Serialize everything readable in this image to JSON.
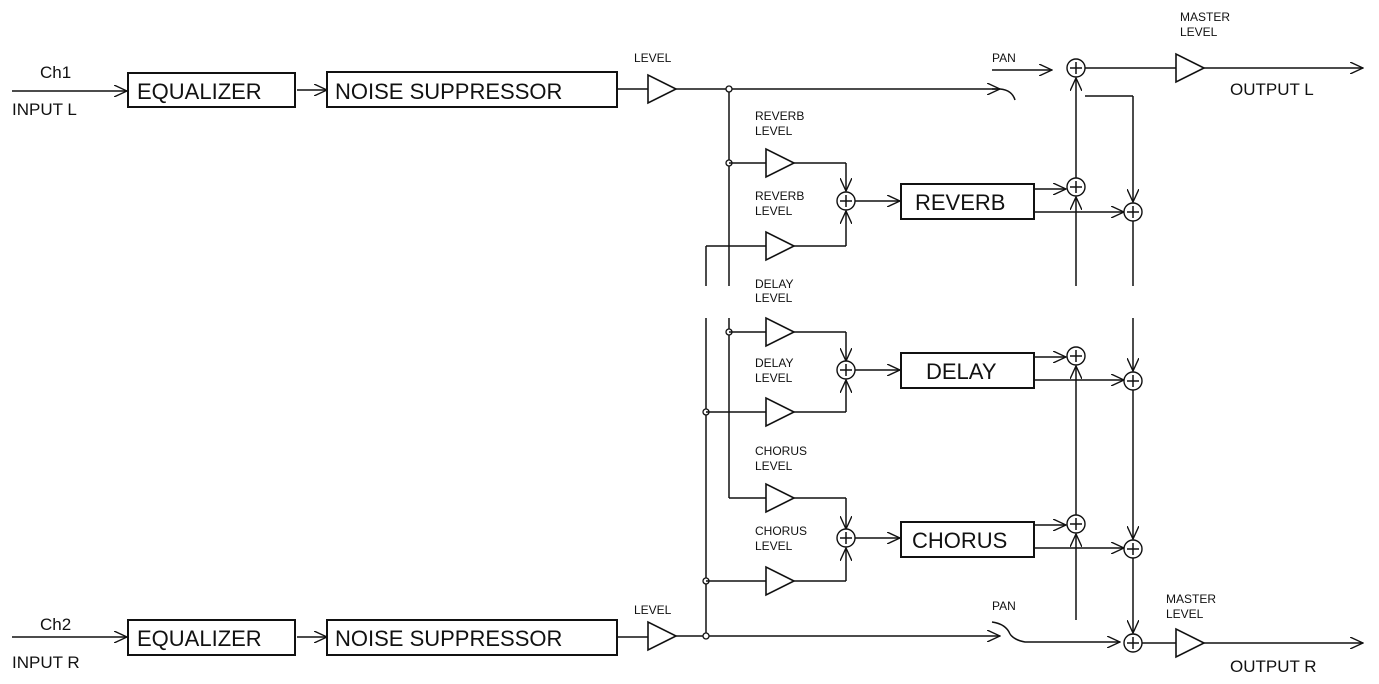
{
  "channels": {
    "ch1": {
      "name": "Ch1",
      "input": "INPUT  L",
      "equalizer": "EQUALIZER",
      "noise": "NOISE SUPPRESSOR",
      "level": "LEVEL"
    },
    "ch2": {
      "name": "Ch2",
      "input": "INPUT  R",
      "equalizer": "EQUALIZER",
      "noise": "NOISE SUPPRESSOR",
      "level": "LEVEL"
    }
  },
  "pan": {
    "top": "PAN",
    "bottom": "PAN"
  },
  "effects": {
    "reverb": {
      "name": "REVERB",
      "level1": [
        "REVERB",
        "LEVEL"
      ],
      "level2": [
        "REVERB",
        "LEVEL"
      ]
    },
    "delay": {
      "name": "DELAY",
      "level1": [
        "DELAY",
        "LEVEL"
      ],
      "level2": [
        "DELAY",
        "LEVEL"
      ]
    },
    "chorus": {
      "name": "CHORUS",
      "level1": [
        "CHORUS",
        "LEVEL"
      ],
      "level2": [
        "CHORUS",
        "LEVEL"
      ]
    }
  },
  "master": {
    "top": [
      "MASTER",
      "LEVEL"
    ],
    "bottom": [
      "MASTER",
      "LEVEL"
    ],
    "output_l": "OUTPUT  L",
    "output_r": "OUTPUT  R"
  }
}
